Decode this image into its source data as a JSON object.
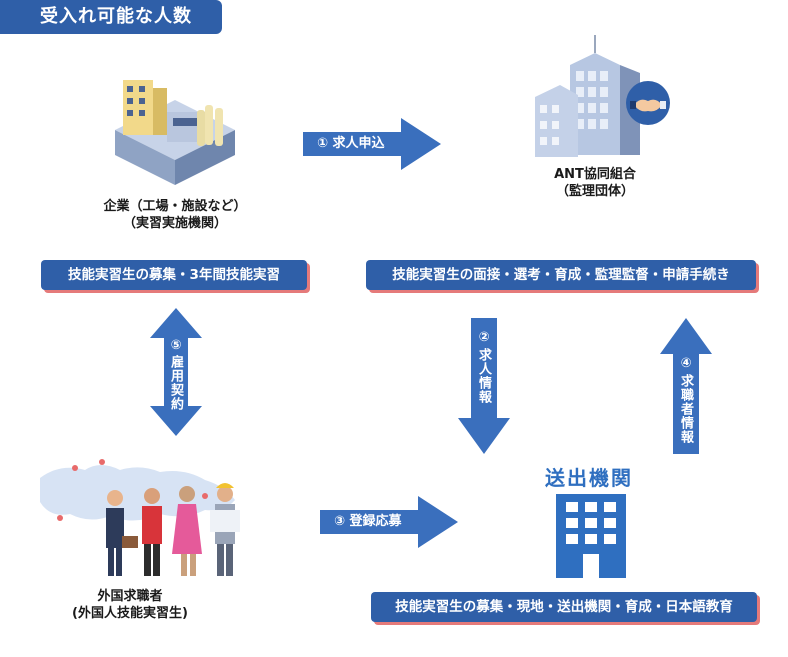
{
  "title": "受入れ可能な人数",
  "nodes": {
    "company_line1": "企業（工場・施設など）",
    "company_line2": "（実習実施機関）",
    "ant_line1": "ANT協同組合",
    "ant_line2": "（監理団体）",
    "seeker_line1": "外国求職者",
    "seeker_line2": "(外国人技能実習生)",
    "sending": "送出機関"
  },
  "boxes": {
    "company": "技能実習生の募集・3年間技能実習",
    "ant": "技能実習生の面接・選考・育成・監理監督・申請手続き",
    "sending": "技能実習生の募集・現地・送出機関・育成・日本語教育"
  },
  "arrows": {
    "a1": "① 求人申込",
    "a2_num": "②",
    "a2_text": "求人情報",
    "a3": "③ 登録応募",
    "a4_num": "④",
    "a4_text": "求職者情報",
    "a5_num": "⑤",
    "a5_text": "雇用契約"
  },
  "colors": {
    "primary": "#2f5fa8",
    "arrow": "#3a6fbd",
    "shadow": "#e57a7a"
  }
}
